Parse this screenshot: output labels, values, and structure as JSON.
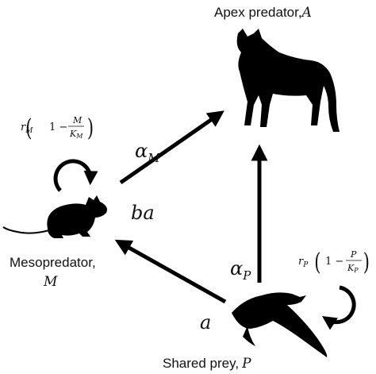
{
  "nodes": {
    "apex": {
      "name": "Apex predator,",
      "symbol": "A"
    },
    "meso": {
      "name": "Mesopredator,",
      "symbol": "M"
    },
    "prey": {
      "name": "Shared prey,",
      "symbol": "P"
    }
  },
  "edge_labels": {
    "meso_to_apex": {
      "base": "α",
      "sub": "M"
    },
    "prey_to_apex": {
      "base": "α",
      "sub": "P"
    },
    "prey_to_meso": "ba",
    "prey_self": "a"
  },
  "growth_terms": {
    "meso": {
      "r": "r",
      "r_sub": "M",
      "one": "1 −",
      "num": "M",
      "den": "K",
      "den_sub": "M"
    },
    "prey": {
      "r": "r",
      "r_sub": "P",
      "one": "1 −",
      "num": "P",
      "den": "K",
      "den_sub": "P"
    }
  },
  "icons": {
    "apex": "cat-silhouette-icon",
    "meso": "mouse-silhouette-icon",
    "prey": "bird-silhouette-icon"
  }
}
